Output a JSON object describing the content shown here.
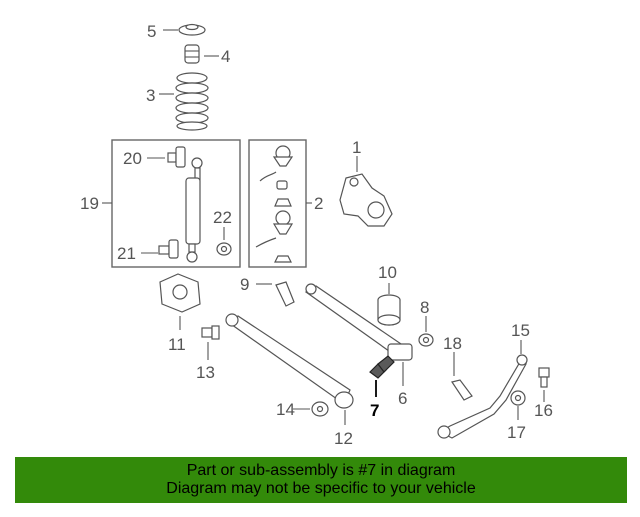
{
  "callouts": [
    {
      "id": "1",
      "label": "1"
    },
    {
      "id": "2",
      "label": "2"
    },
    {
      "id": "3",
      "label": "3"
    },
    {
      "id": "4",
      "label": "4"
    },
    {
      "id": "5",
      "label": "5"
    },
    {
      "id": "6",
      "label": "6"
    },
    {
      "id": "7",
      "label": "7",
      "highlighted": true
    },
    {
      "id": "8",
      "label": "8"
    },
    {
      "id": "9",
      "label": "9"
    },
    {
      "id": "10",
      "label": "10"
    },
    {
      "id": "11",
      "label": "11"
    },
    {
      "id": "12",
      "label": "12"
    },
    {
      "id": "13",
      "label": "13"
    },
    {
      "id": "14",
      "label": "14"
    },
    {
      "id": "15",
      "label": "15"
    },
    {
      "id": "16",
      "label": "16"
    },
    {
      "id": "17",
      "label": "17"
    },
    {
      "id": "18",
      "label": "18"
    },
    {
      "id": "19",
      "label": "19"
    },
    {
      "id": "20",
      "label": "20"
    },
    {
      "id": "21",
      "label": "21"
    },
    {
      "id": "22",
      "label": "22"
    }
  ],
  "banner": {
    "line1": "Part or sub-assembly is #7 in diagram",
    "line2": "Diagram may not be specific to your vehicle"
  },
  "colors": {
    "banner_bg": "#338a0a",
    "highlight_part": "#5a5a5a",
    "line_art": "#555555"
  }
}
